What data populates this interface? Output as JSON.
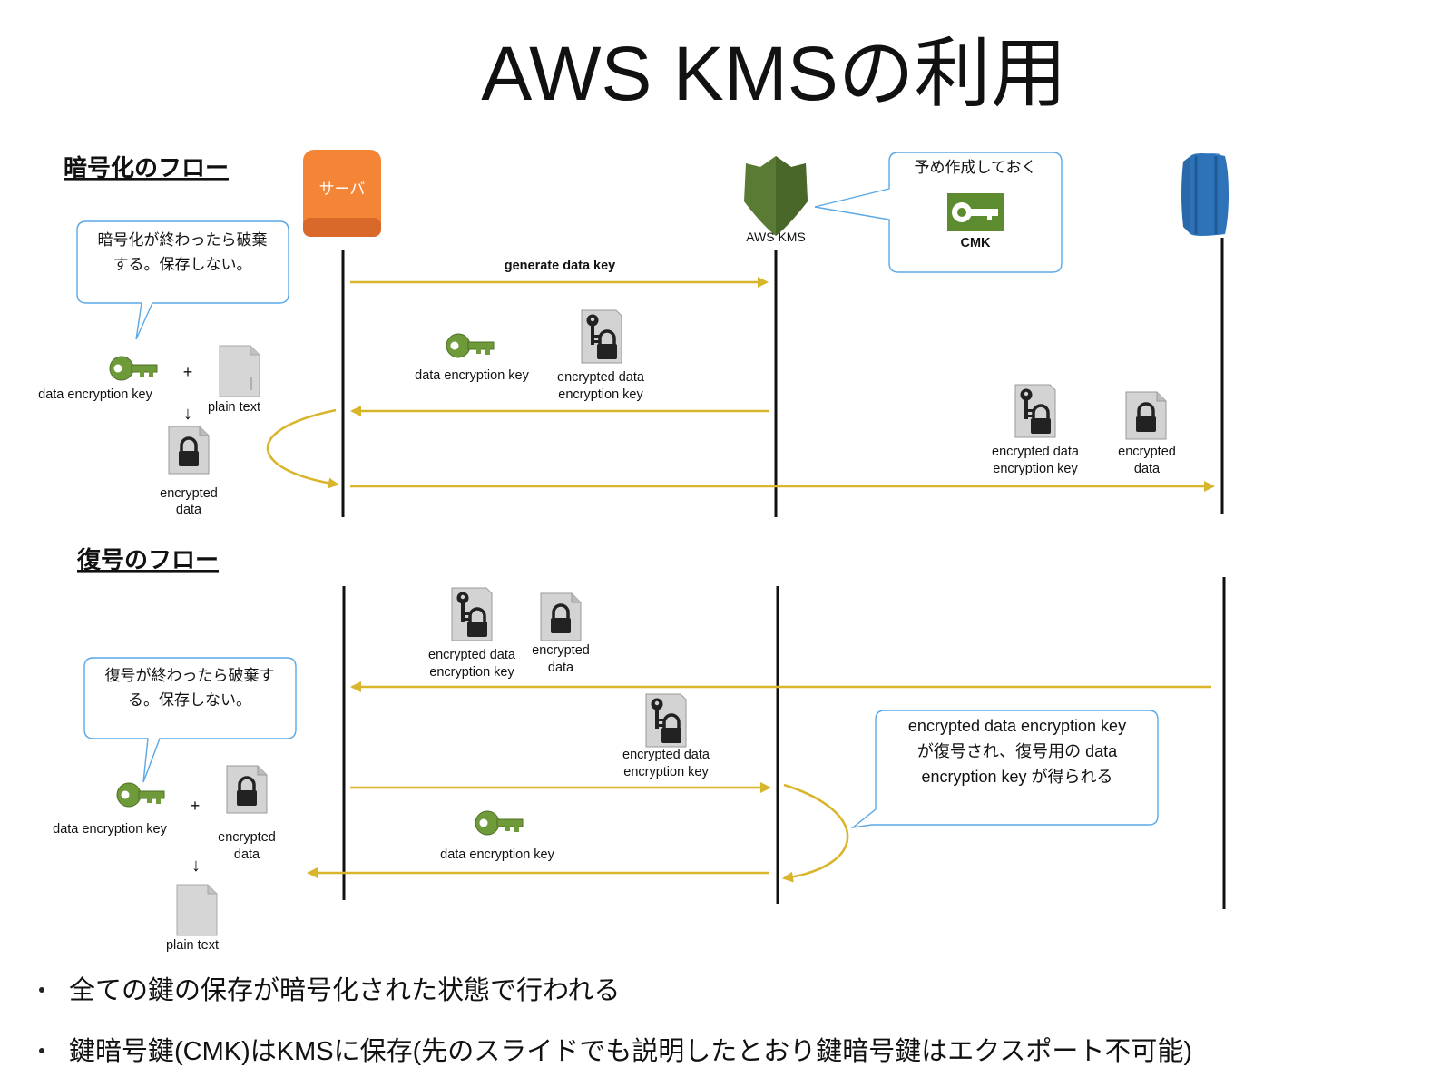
{
  "title": "AWS KMSの利用",
  "sections": {
    "encrypt": "暗号化のフロー",
    "decrypt": "復号のフロー"
  },
  "participants": {
    "server": "サーバ",
    "kms": "AWS KMS",
    "cmk": "CMK"
  },
  "callouts": {
    "cmk_note": "予め作成しておく",
    "enc_discard": [
      "暗号化が終わったら破棄",
      "する。保存しない。"
    ],
    "dec_discard": [
      "復号が終わったら破棄す",
      "る。保存しない。"
    ],
    "dec_result": [
      "encrypted data encryption key",
      "が復号され、復号用の data",
      "encryption key が得られる"
    ]
  },
  "labels": {
    "generate_data_key": "generate data key",
    "data_encryption_key": "data encryption key",
    "plain_text": "plain text",
    "plus": "+",
    "down_arrow": "↓",
    "encrypted_data": [
      "encrypted",
      "data"
    ],
    "encrypted_dek": [
      "encrypted data",
      "encryption key"
    ]
  },
  "bullets": [
    "全ての鍵の保存が暗号化された状態で行われる",
    "鍵暗号鍵(CMK)はKMSに保存(先のスライドでも説明したとおり鍵暗号鍵はエクスポート不可能)"
  ],
  "colors": {
    "arrow": "#d9b52c",
    "server": "#f58536",
    "kms": "#5a7b34",
    "db": "#2e73b8",
    "callout_border": "#5aa8e6",
    "key_green": "#6f9a3a"
  },
  "icons": [
    "server-icon",
    "kms-shield-icon",
    "cmk-key-icon",
    "database-icon",
    "key-icon",
    "encrypted-key-icon",
    "encrypted-doc-icon",
    "plain-doc-icon"
  ]
}
